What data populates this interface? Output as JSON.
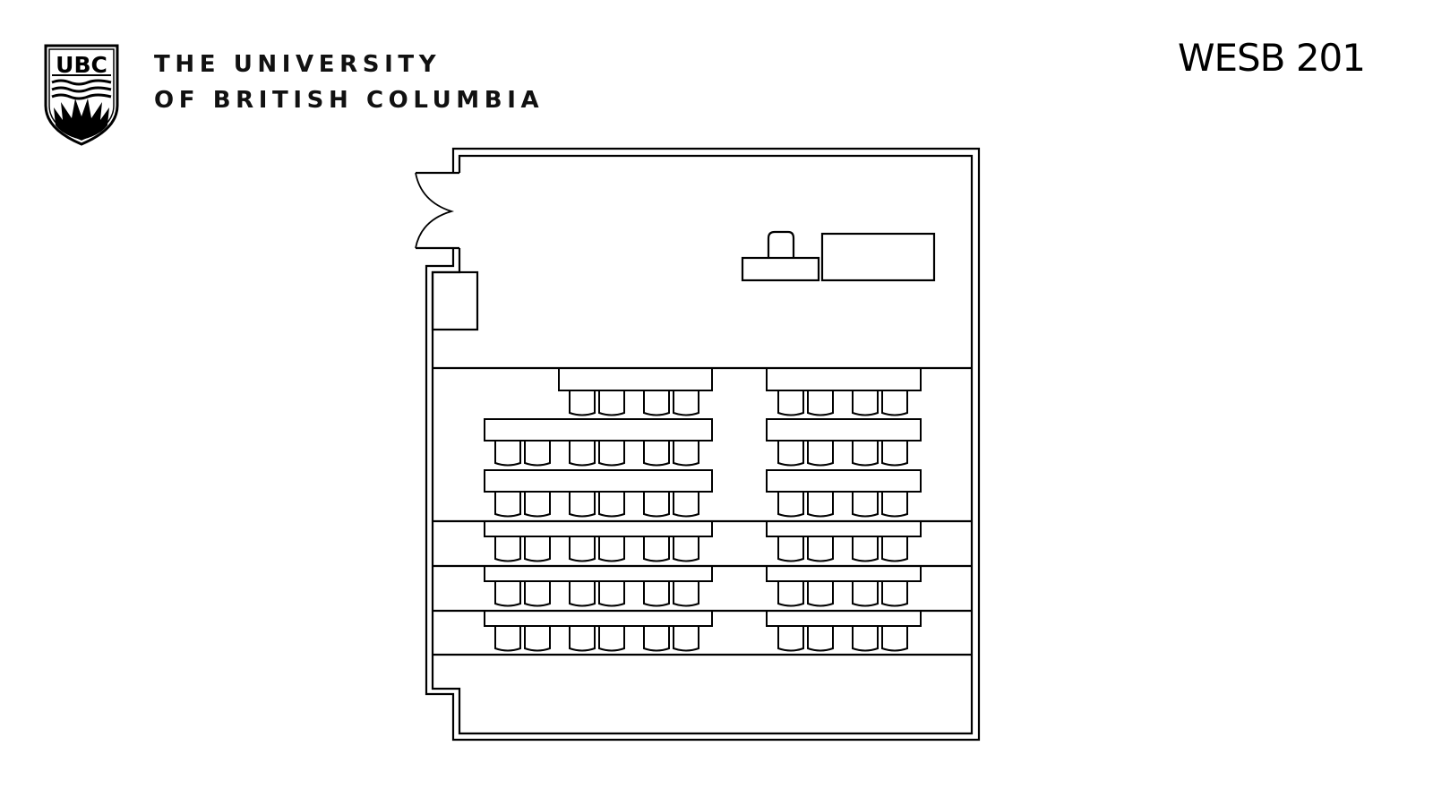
{
  "header": {
    "logo": {
      "monogram": "UBC",
      "icon": "ubc-crest-icon"
    },
    "institution_line1": "THE UNIVERSITY",
    "institution_line2": "OF BRITISH COLUMBIA",
    "room_code": "WESB 201"
  },
  "floor_plan": {
    "room": "WESB 201",
    "entrance": {
      "type": "double-door",
      "wall": "left"
    },
    "front": {
      "items": [
        "instructor-chair",
        "lectern",
        "instructor-table",
        "cabinet"
      ]
    },
    "seating": {
      "left_section": {
        "rows": [
          {
            "row": 1,
            "chairs": 4
          },
          {
            "row": 2,
            "chairs": 6
          },
          {
            "row": 3,
            "chairs": 6
          },
          {
            "row": 4,
            "chairs": 6
          },
          {
            "row": 5,
            "chairs": 6
          },
          {
            "row": 6,
            "chairs": 6
          }
        ]
      },
      "right_section": {
        "rows": [
          {
            "row": 1,
            "chairs": 4
          },
          {
            "row": 2,
            "chairs": 4
          },
          {
            "row": 3,
            "chairs": 4
          },
          {
            "row": 4,
            "chairs": 4
          },
          {
            "row": 5,
            "chairs": 4
          },
          {
            "row": 6,
            "chairs": 4
          }
        ]
      },
      "total_rows": 6,
      "tiers": 4
    }
  }
}
